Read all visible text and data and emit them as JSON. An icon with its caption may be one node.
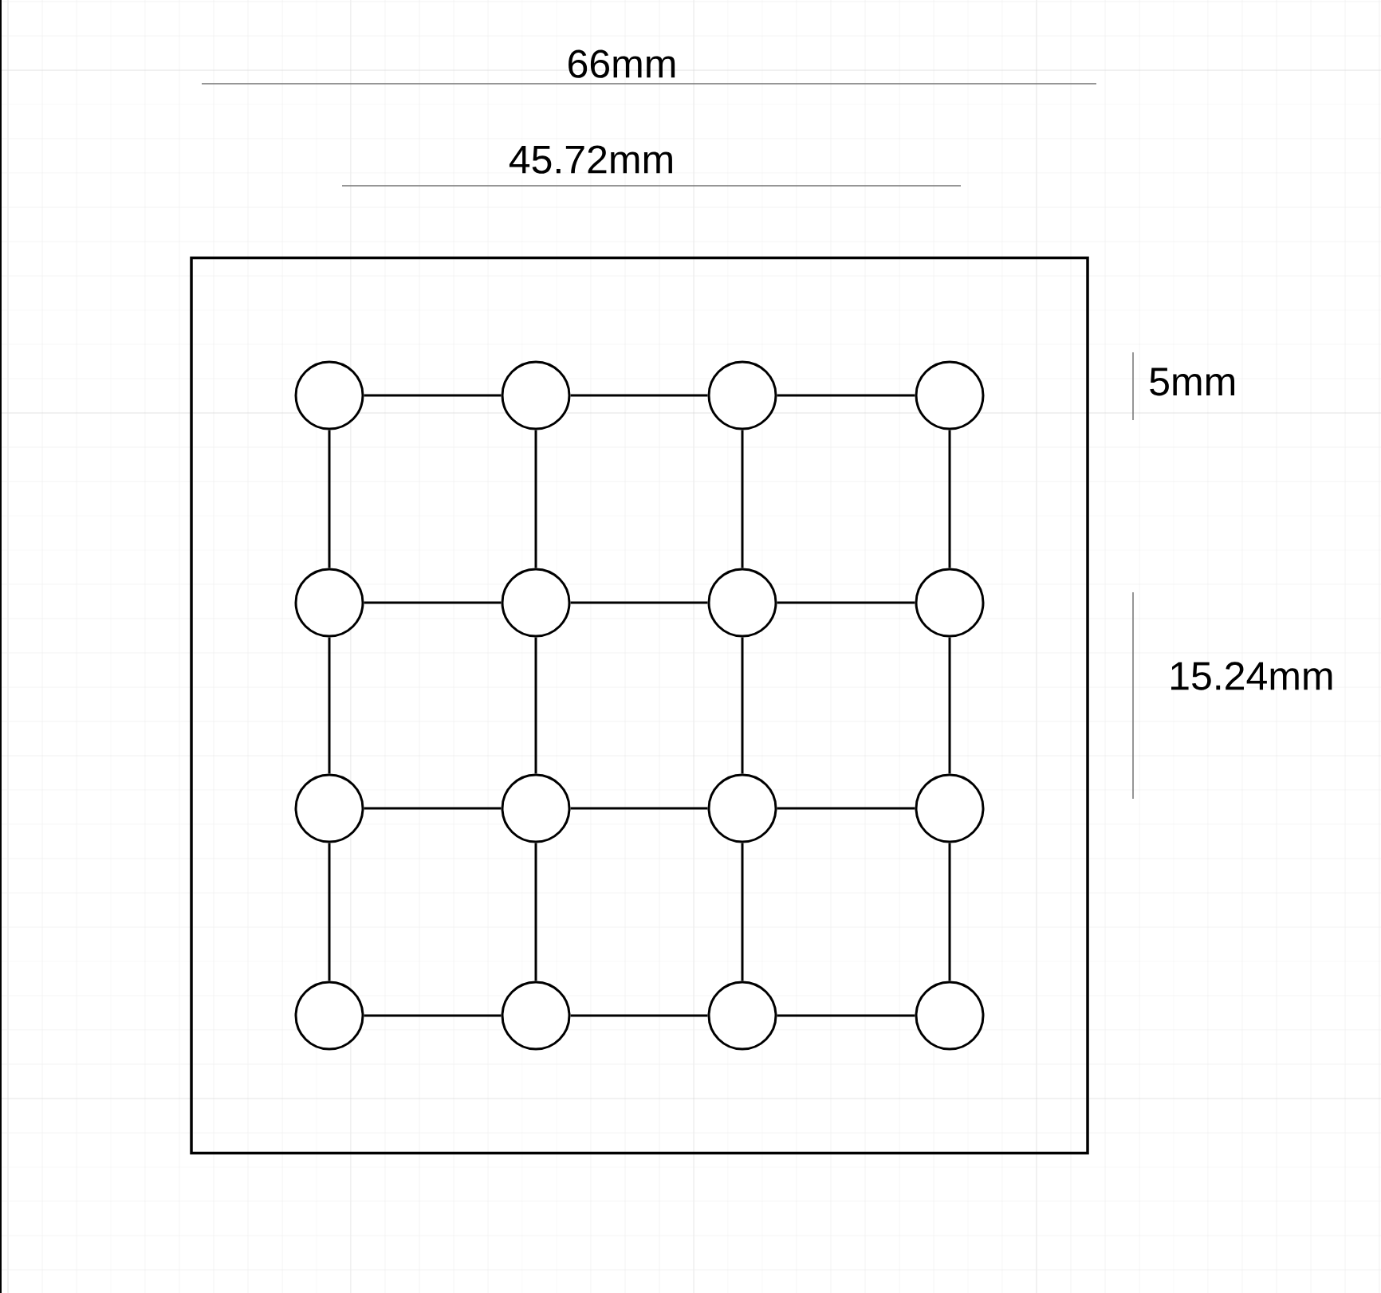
{
  "diagram": {
    "nodes": [
      {
        "text": [],
        "shape": "box"
      },
      {
        "text": [],
        "shape": "circle",
        "in": 0
      },
      {
        "text": [],
        "shape": "circle",
        "in": 0
      },
      {
        "text": [],
        "shape": "circle",
        "in": 0
      },
      {
        "text": [],
        "shape": "circle",
        "in": 0
      },
      {
        "text": [],
        "shape": "circle",
        "in": 0
      },
      {
        "text": [],
        "shape": "circle",
        "in": 0
      },
      {
        "text": [],
        "shape": "circle",
        "in": 0
      },
      {
        "text": [],
        "shape": "circle",
        "in": 0
      },
      {
        "text": [],
        "shape": "circle",
        "in": 0
      },
      {
        "text": [],
        "shape": "circle",
        "in": 0
      },
      {
        "text": [],
        "shape": "circle",
        "in": 0
      },
      {
        "text": [],
        "shape": "circle",
        "in": 0
      },
      {
        "text": [],
        "shape": "circle",
        "in": 0
      },
      {
        "text": [],
        "shape": "circle",
        "in": 0
      },
      {
        "text": [],
        "shape": "circle",
        "in": 0
      },
      {
        "text": [],
        "shape": "circle",
        "in": 0
      }
    ],
    "edges": [
      {
        "from": 1,
        "to": 2,
        "arrow": "none"
      },
      {
        "from": 2,
        "to": 3,
        "arrow": "none"
      },
      {
        "from": 3,
        "to": 4,
        "arrow": "none"
      },
      {
        "from": 1,
        "to": 5,
        "arrow": "none"
      },
      {
        "from": 2,
        "to": 6,
        "arrow": "none"
      },
      {
        "from": 3,
        "to": 7,
        "arrow": "none"
      },
      {
        "from": 4,
        "to": 8,
        "arrow": "none"
      },
      {
        "from": 5,
        "to": 6,
        "arrow": "none"
      },
      {
        "from": 6,
        "to": 7,
        "arrow": "none"
      },
      {
        "from": 7,
        "to": 8,
        "arrow": "none"
      },
      {
        "from": 5,
        "to": 9,
        "arrow": "none"
      },
      {
        "from": 6,
        "to": 10,
        "arrow": "none"
      },
      {
        "from": 7,
        "to": 11,
        "arrow": "none"
      },
      {
        "from": 8,
        "to": 12,
        "arrow": "none"
      },
      {
        "from": 9,
        "to": 10,
        "arrow": "none"
      },
      {
        "from": 10,
        "to": 11,
        "arrow": "none"
      },
      {
        "from": 11,
        "to": 12,
        "arrow": "none"
      },
      {
        "from": 9,
        "to": 13,
        "arrow": "none"
      },
      {
        "from": 10,
        "to": 14,
        "arrow": "none"
      },
      {
        "from": 11,
        "to": 15,
        "arrow": "none"
      },
      {
        "from": 12,
        "to": 16,
        "arrow": "none"
      },
      {
        "from": 13,
        "to": 14,
        "arrow": "none"
      },
      {
        "from": 14,
        "to": 15,
        "arrow": "none"
      },
      {
        "from": 15,
        "to": 16,
        "arrow": "none"
      }
    ],
    "labels": [
      "66mm",
      "45.72mm",
      "5mm",
      "15.24mm"
    ]
  }
}
